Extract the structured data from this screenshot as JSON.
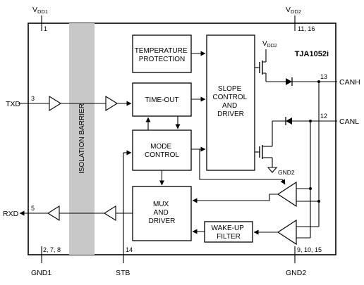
{
  "chip_name": "TJA1052i",
  "supply": {
    "vdd1": {
      "main": "V",
      "sub": "DD1",
      "pin": "1"
    },
    "vdd2": {
      "main": "V",
      "sub": "DD2",
      "pin": "11, 16"
    },
    "vdd2_inner": {
      "main": "V",
      "sub": "DD2"
    }
  },
  "ground": {
    "gnd1": {
      "label": "GND1",
      "pins": "2, 7, 8"
    },
    "gnd2": {
      "label": "GND2",
      "pins": "9, 10, 15"
    },
    "gnd2_inner": "GND2"
  },
  "signals": {
    "txd": {
      "label": "TXD",
      "pin": "3"
    },
    "rxd": {
      "label": "RXD",
      "pin": "5"
    },
    "stb": {
      "label": "STB",
      "pin": "14"
    },
    "canh": {
      "label": "CANH",
      "pin": "13"
    },
    "canl": {
      "label": "CANL",
      "pin": "12"
    }
  },
  "blocks": {
    "isolation_barrier": "ISOLATION BARRIER",
    "temperature_protection": [
      "TEMPERATURE",
      "PROTECTION"
    ],
    "time_out": [
      "TIME-OUT"
    ],
    "slope_control": [
      "SLOPE",
      "CONTROL",
      "AND",
      "DRIVER"
    ],
    "mode_control": [
      "MODE",
      "CONTROL"
    ],
    "mux_driver": [
      "MUX",
      "AND",
      "DRIVER"
    ],
    "wakeup_filter": [
      "WAKE-UP",
      "FILTER"
    ]
  }
}
